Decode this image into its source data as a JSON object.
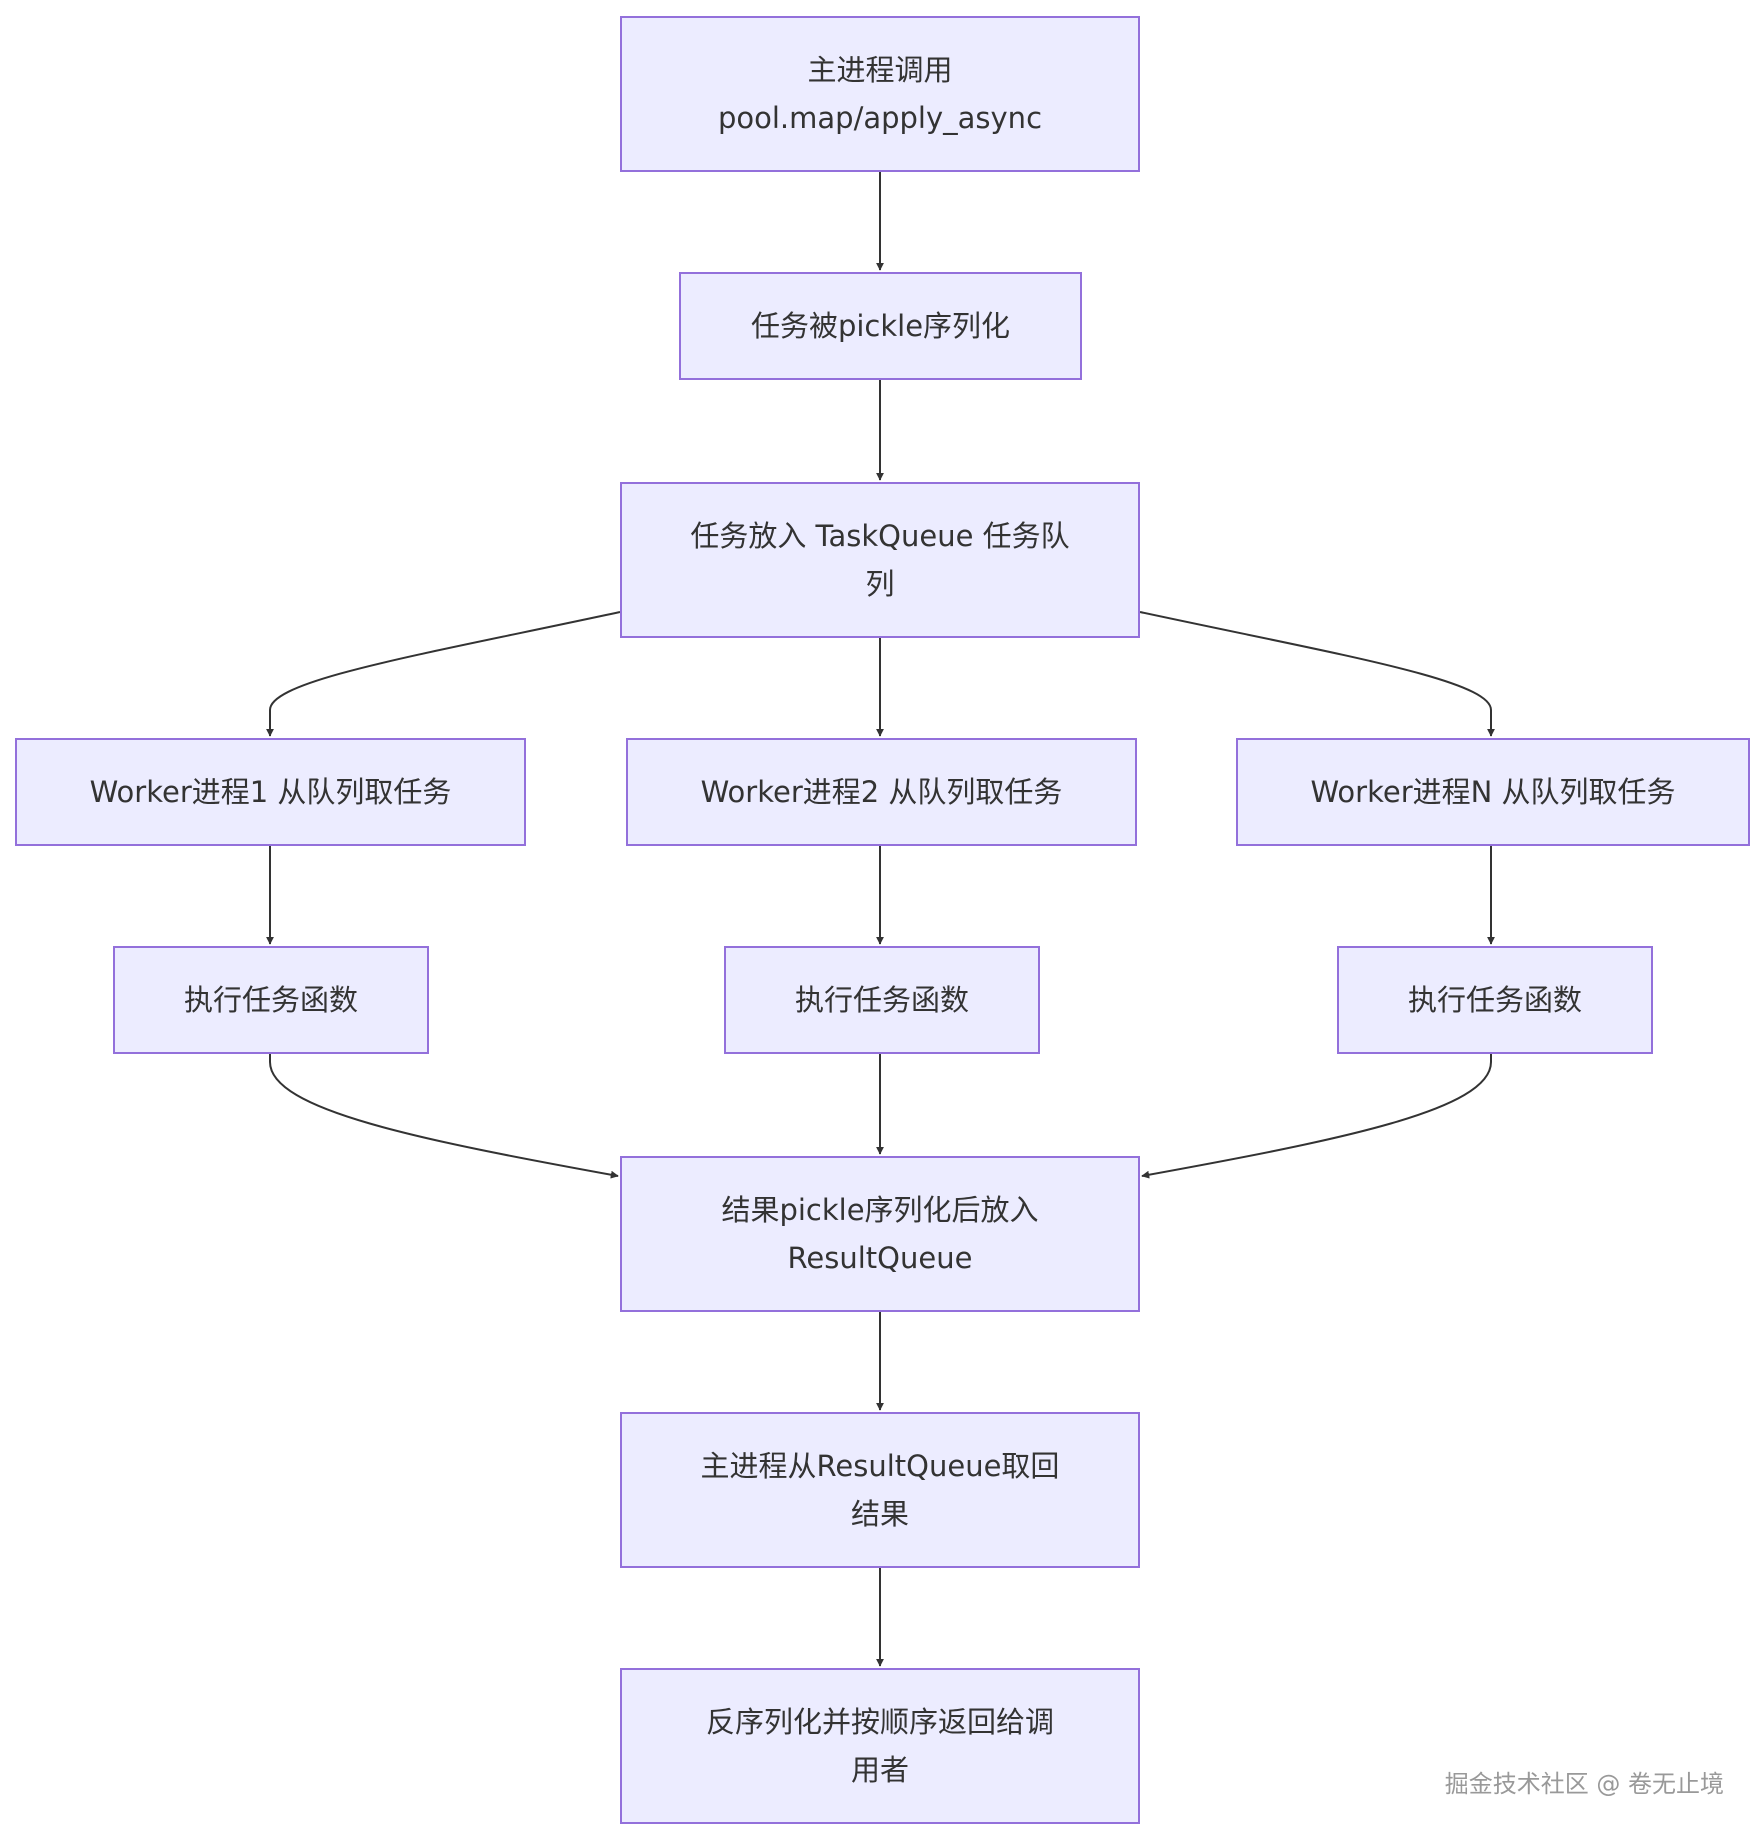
{
  "nodes": {
    "main_call": "主进程调用\npool.map/apply_async",
    "pickle_task": "任务被pickle序列化",
    "task_queue": "任务放入 TaskQueue 任务队\n列",
    "worker1": "Worker进程1 从队列取任务",
    "worker2": "Worker进程2 从队列取任务",
    "workerN": "Worker进程N 从队列取任务",
    "exec1": "执行任务函数",
    "exec2": "执行任务函数",
    "exec3": "执行任务函数",
    "result_queue": "结果pickle序列化后放入\nResultQueue",
    "main_fetch": "主进程从ResultQueue取回\n结果",
    "deserialize": "反序列化并按顺序返回给调\n用者"
  },
  "watermark": "掘金技术社区 @ 卷无止境",
  "colors": {
    "node_fill": "#ECECFF",
    "node_border": "#9370DB",
    "edge": "#333333",
    "text": "#333333"
  }
}
